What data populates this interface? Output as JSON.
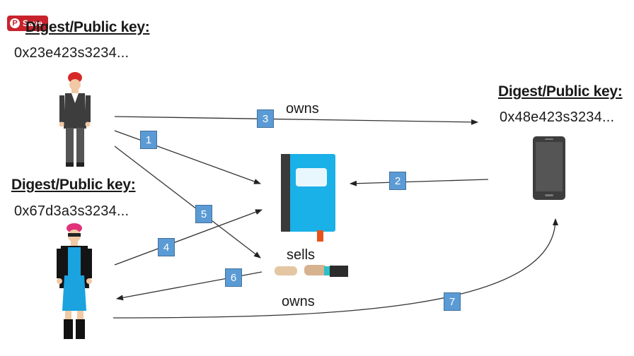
{
  "save_button": {
    "label": "Save",
    "icon": "pinterest-icon"
  },
  "person1": {
    "heading": "Digest/Public key:",
    "key": "0x23e423s3234..."
  },
  "person2": {
    "heading": "Digest/Public key:",
    "key": "0x67d3a3s3234..."
  },
  "phone": {
    "heading": "Digest/Public key:",
    "key": "0x48e423s3234..."
  },
  "labels": {
    "owns_top": "owns",
    "owns_bottom": "owns",
    "sells": "sells"
  },
  "steps": [
    "1",
    "2",
    "3",
    "4",
    "5",
    "6",
    "7"
  ],
  "colors": {
    "badge": "#5b9bd5",
    "ledger": "#1ab0e8",
    "ledger_spine": "#3a3a3a",
    "bookmark": "#e8531a",
    "save_button": "#c8232c",
    "phone": "#3d3d3d"
  }
}
